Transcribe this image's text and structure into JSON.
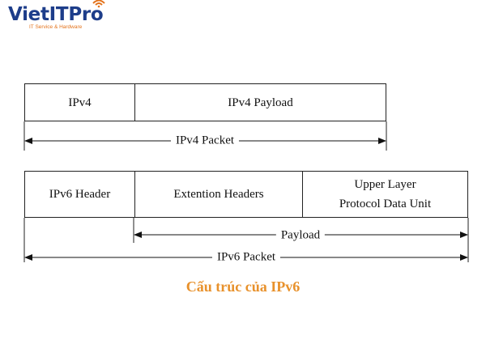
{
  "logo": {
    "name": "VietITPro",
    "tagline": "IT Service & Hardware",
    "wifi_icon": "wifi-icon",
    "brand_color": "#1d3d8a",
    "accent_color": "#e3731c"
  },
  "ipv4": {
    "header": "IPv4",
    "payload": "IPv4 Payload",
    "packet_label": "IPv4 Packet"
  },
  "ipv6": {
    "header": "IPv6 Header",
    "extension": "Extention Headers",
    "upper_line1": "Upper Layer",
    "upper_line2": "Protocol Data Unit",
    "payload_label": "Payload",
    "packet_label": "IPv6 Packet"
  },
  "caption": "Cấu trúc của IPv6",
  "caption_color": "#e8912b"
}
